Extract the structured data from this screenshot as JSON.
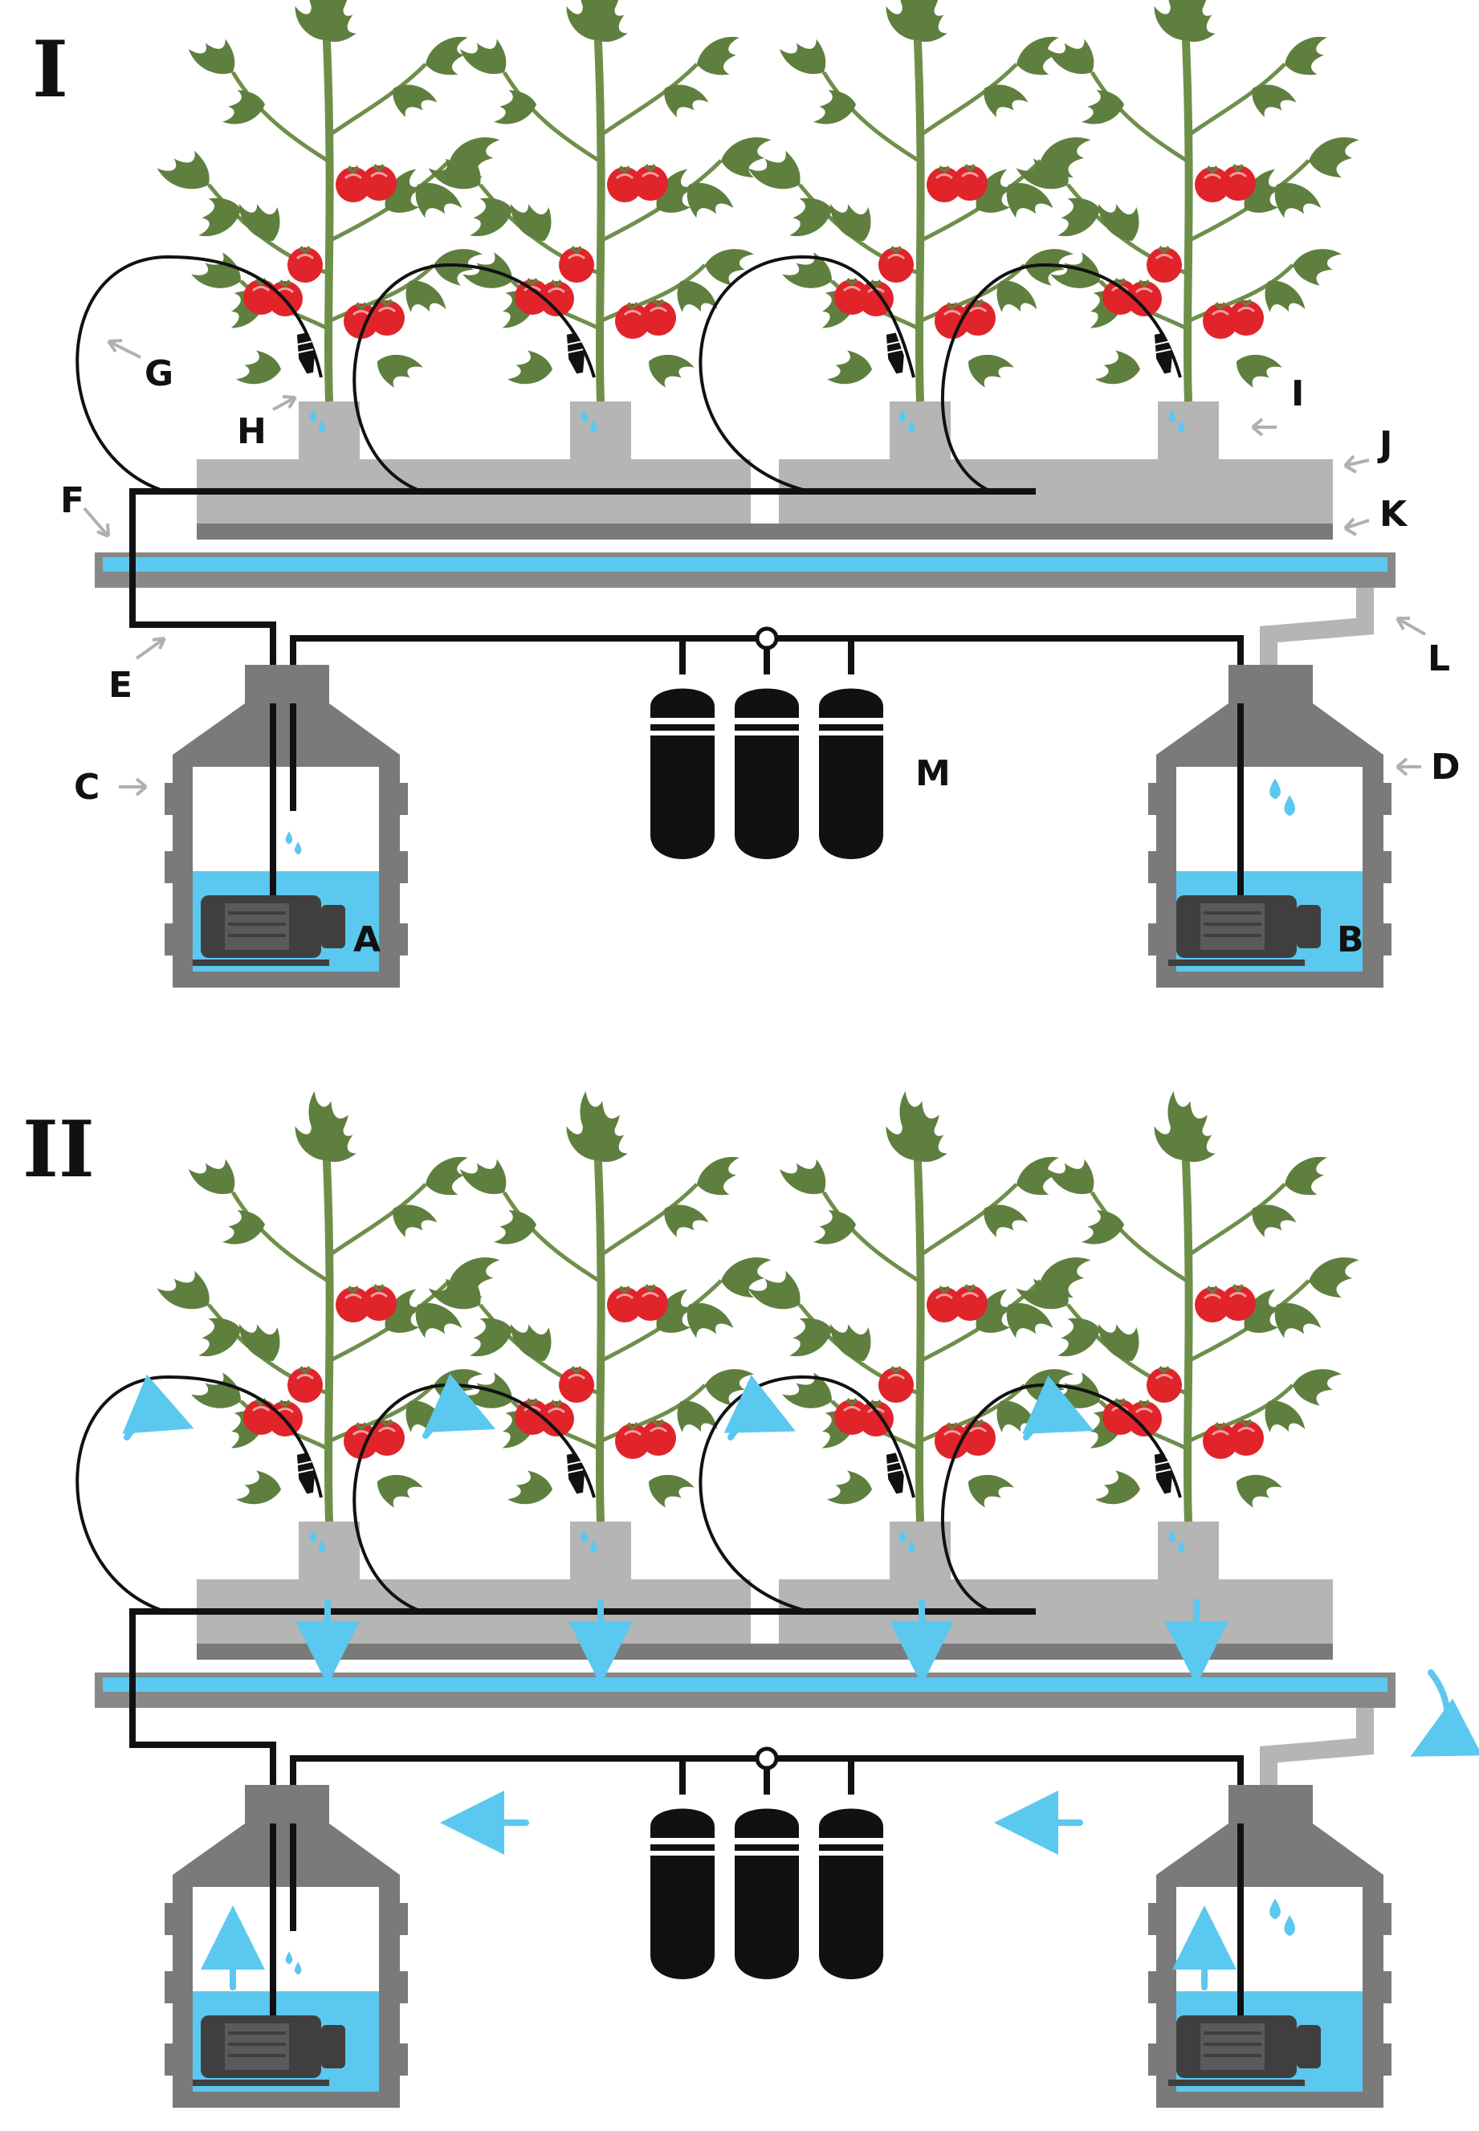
{
  "panels": [
    {
      "id": "I",
      "title": "I",
      "flow_arrows": false
    },
    {
      "id": "II",
      "title": "II",
      "flow_arrows": true
    }
  ],
  "labels": {
    "A": "A",
    "B": "B",
    "C": "C",
    "D": "D",
    "E": "E",
    "F": "F",
    "G": "G",
    "H": "H",
    "I": "I",
    "J": "J",
    "K": "K",
    "L": "L",
    "M": "M"
  },
  "colors": {
    "water": "#5bc8ef",
    "tank": "#7a7a7a",
    "trough": "#b5b5b5",
    "trough_base": "#7a7a7a",
    "tray_frame": "#888888",
    "pipe": "#111111",
    "leaf": "#5f7f3f",
    "stem": "#6e8f4a",
    "tomato": "#e0242a",
    "filter": "#111111",
    "pointer": "#b0b0b0"
  },
  "icons": {
    "pump": "pump-icon",
    "filter": "filter-cartridge-icon",
    "drip": "water-drop-icon",
    "plant": "tomato-plant-icon",
    "dripper": "dripper-icon"
  }
}
